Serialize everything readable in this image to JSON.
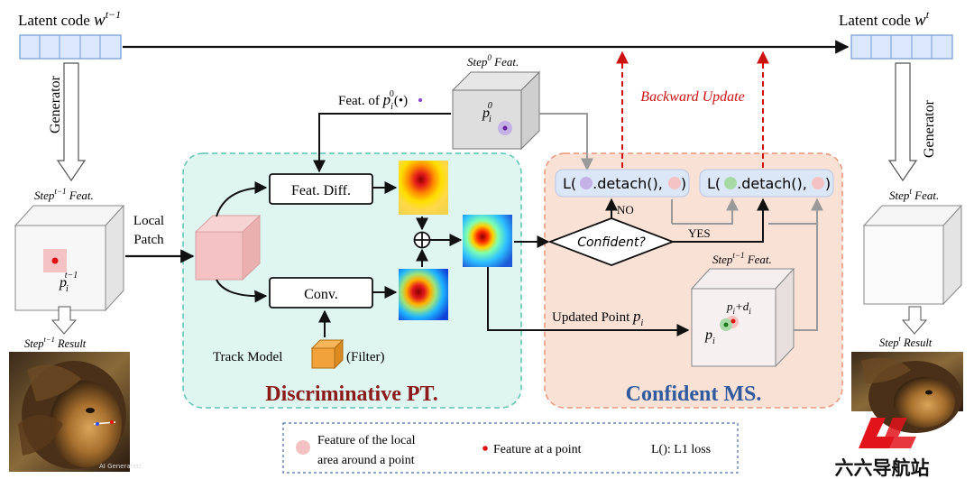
{
  "latent": {
    "left_prefix": "Latent code ",
    "left_var": "w",
    "left_sup": "t−1",
    "right_prefix": "Latent code ",
    "right_var": "w",
    "right_sup": "t"
  },
  "generator_label": "Generator",
  "left_feat": {
    "step": "Step",
    "sup": "t−1",
    "suffix": " Feat.",
    "point_var": "p",
    "point_sub": "i",
    "point_sup": "t−1"
  },
  "left_result": {
    "step": "Step",
    "sup": "t−1",
    "suffix": " Result",
    "watermark": "AI Generated"
  },
  "local_patch": [
    "Local",
    "Patch"
  ],
  "step0": {
    "step": "Step",
    "sup": "0",
    "suffix": " Feat.",
    "point_var": "p",
    "point_sub": "i",
    "point_sup": "0"
  },
  "feat_of": {
    "prefix": "Feat. of ",
    "var": "p",
    "sub": "i",
    "sup": "0",
    "tail": "(•)"
  },
  "disc": {
    "feat_diff": "Feat. Diff.",
    "conv": "Conv.",
    "track_model": "Track Model",
    "filter": "(Filter)",
    "title": "Discriminative PT.",
    "plus": "⊕"
  },
  "backward": "Backward Update",
  "conf": {
    "loss1_pre": "L(",
    "loss1_mid": ".detach(),",
    "loss1_end": ")",
    "loss2_pre": "L(",
    "loss2_mid": ".detach(),",
    "loss2_end": ")",
    "no": "NO",
    "yes": "YES",
    "decision": "Confident?",
    "feat_step": "Step",
    "feat_sup": "t−1",
    "feat_suffix": " Feat.",
    "updated": "Updated Point ",
    "updated_var": "p",
    "updated_sub": "i",
    "pd_label": "p",
    "pd_sub": "i",
    "pd_plus": "+d",
    "pd_sub2": "i",
    "p_label": "p",
    "p_sub": "i",
    "title": "Confident MS."
  },
  "right_feat": {
    "step": "Step",
    "sup": "t",
    "suffix": " Feat."
  },
  "right_result": {
    "step": "Step",
    "sup": "t",
    "suffix": " Result"
  },
  "legend": {
    "local_area_line1": "Feature of the local",
    "local_area_line2": "area around a point",
    "point": "Feature at a point",
    "loss": "L(): L1 loss"
  },
  "logo_text": "六六导航站",
  "colors": {
    "disc_bg": "#dff5f0",
    "disc_border": "#5cc4b4",
    "disc_title": "#8b1a1a",
    "conf_bg": "#f9e1d6",
    "conf_border": "#e9967a",
    "conf_title": "#2f5a9e",
    "backward": "#cc1111",
    "latent_fill": "#dbe8fb",
    "latent_border": "#6f9ad6",
    "patch": "#f4c2c2",
    "logo": "#e1141b"
  }
}
